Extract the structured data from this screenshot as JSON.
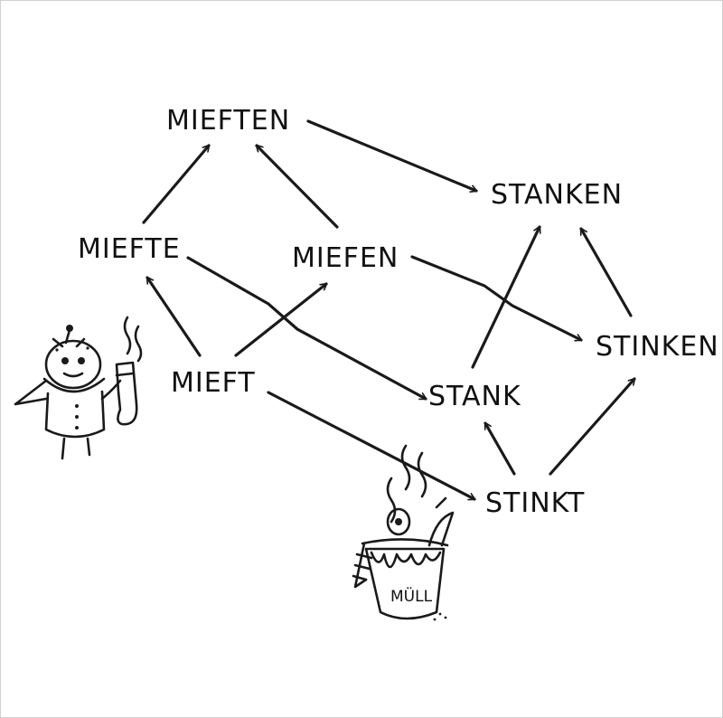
{
  "diagram": {
    "words": {
      "mieften": "MIEFTEN",
      "stanken": "STANKEN",
      "miefte": "MIEFTE",
      "miefen": "MIEFEN",
      "stinken": "STINKEN",
      "mieft": "MIEFT",
      "stank": "STANK",
      "stinkt": "STINKT"
    },
    "edges": [
      {
        "from": "mieft",
        "to": "miefte"
      },
      {
        "from": "mieft",
        "to": "miefen"
      },
      {
        "from": "miefte",
        "to": "mieften"
      },
      {
        "from": "miefen",
        "to": "mieften"
      },
      {
        "from": "mieften",
        "to": "stanken"
      },
      {
        "from": "miefte",
        "to": "stank"
      },
      {
        "from": "miefen",
        "to": "stinken"
      },
      {
        "from": "stank",
        "to": "stanken"
      },
      {
        "from": "stinken",
        "to": "stanken"
      },
      {
        "from": "mieft",
        "to": "stinkt"
      },
      {
        "from": "stinkt",
        "to": "stank"
      },
      {
        "from": "stinkt",
        "to": "stinken"
      }
    ],
    "illustrations": {
      "robot": "robot-with-sock-icon",
      "bin": "trash-bin-icon",
      "bin_label": "MÜLL"
    }
  }
}
